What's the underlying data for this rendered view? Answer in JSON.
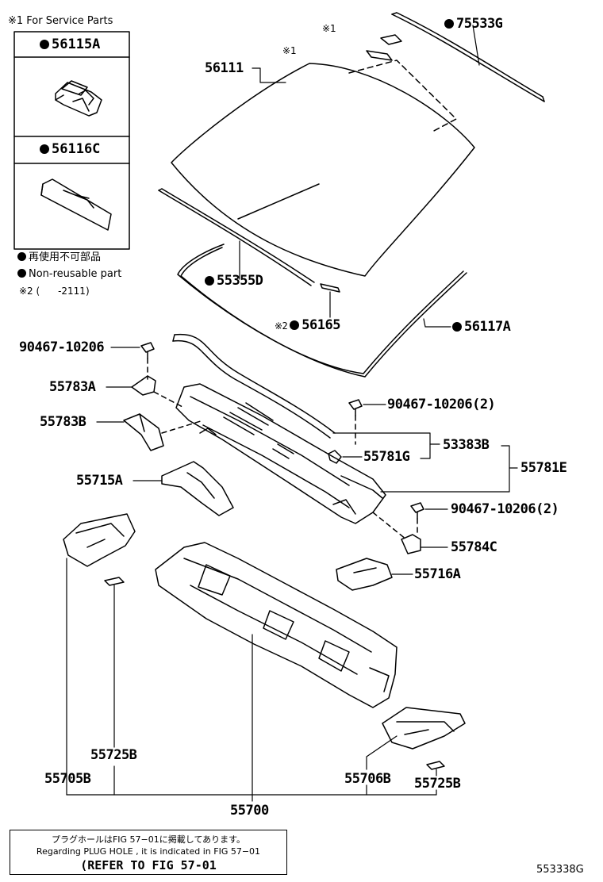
{
  "service_note": "※1 For Service Parts",
  "service_box": {
    "part_a": "56115A",
    "part_b": "56116C"
  },
  "legend": {
    "jp": "再使用不可部品",
    "en": "Non-reusable part",
    "note2": "※2 (      -2111)"
  },
  "marks": {
    "m1": "※1",
    "m2": "※2"
  },
  "labels": {
    "p75533G": "75533G",
    "p56111": "56111",
    "p55355D": "55355D",
    "p56165": "56165",
    "p56117A": "56117A",
    "p90467_1": "90467-10206",
    "p55783A": "55783A",
    "p55783B": "55783B",
    "p90467_2": "90467-10206(2)",
    "p53383B": "53383B",
    "p55781G": "55781G",
    "p55781E": "55781E",
    "p55715A": "55715A",
    "p90467_3": "90467-10206(2)",
    "p55784C": "55784C",
    "p55716A": "55716A",
    "p55725B_1": "55725B",
    "p55705B": "55705B",
    "p55706B": "55706B",
    "p55725B_2": "55725B",
    "p55700": "55700"
  },
  "footer_note": {
    "line1": "プラグホールはFIG 57−01に掲載してあります。",
    "line2": "Regarding PLUG HOLE , it is indicated in FIG 57−01",
    "line3": "(REFER TO FIG 57-01"
  },
  "figure_id": "553338G"
}
